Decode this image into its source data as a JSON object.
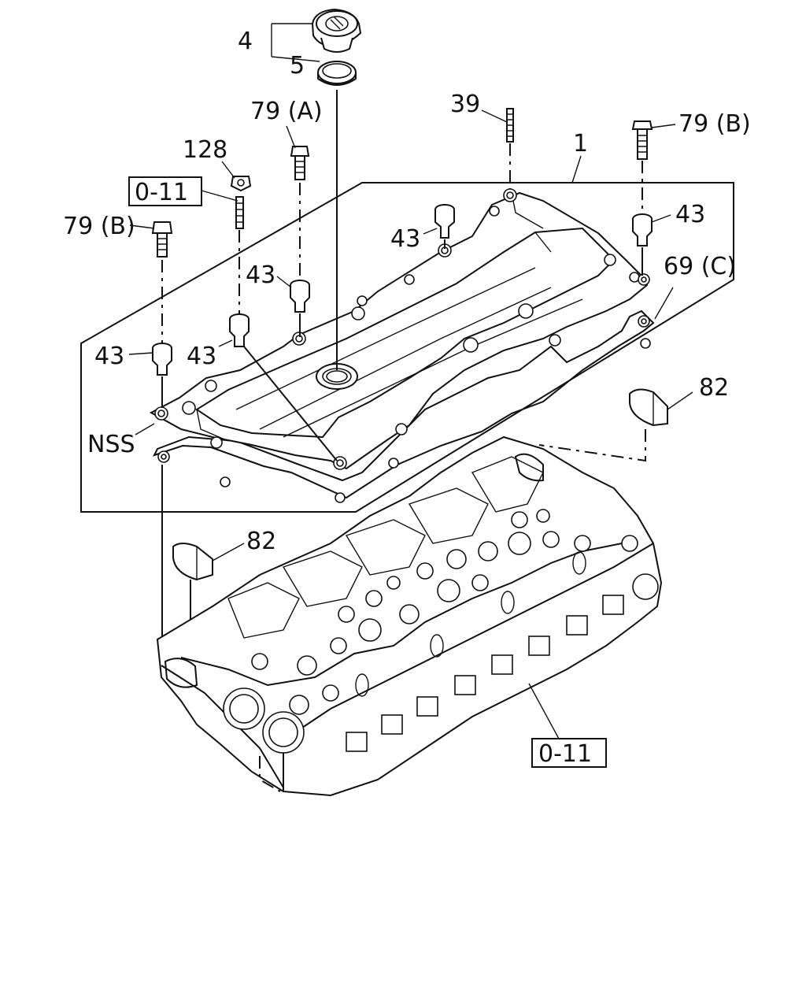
{
  "callouts": {
    "oil_filler_cap": "4",
    "cap_gasket": "5",
    "stud_39": "39",
    "cover_assy": "1",
    "bolt_79b_right": "79 (B)",
    "bolt_79a": "79 (A)",
    "nut_128": "128",
    "ref_box_top": "0-11",
    "bolt_79b_left": "79 (B)",
    "grommet_43_center": "43",
    "grommet_43_right": "43",
    "grommet_43_mid": "43",
    "gasket_69c": "69 (C)",
    "grommet_43_lower_left": "43",
    "grommet_43_lower_mid": "43",
    "plug_82_right": "82",
    "nss_label": "NSS",
    "plug_82_left": "82",
    "ref_box_bottom": "0-11"
  }
}
